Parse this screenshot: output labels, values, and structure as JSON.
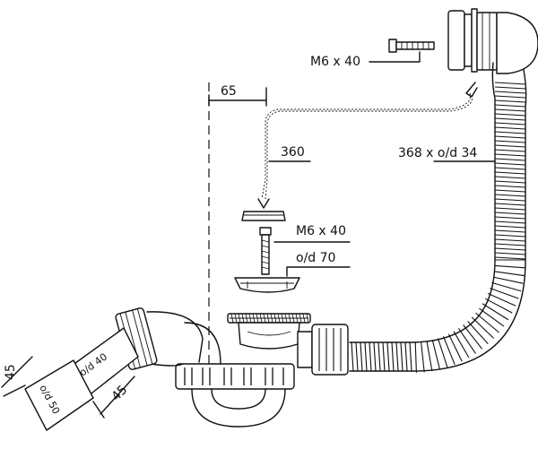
{
  "labels": {
    "screw_top": "M6 x 40",
    "offset": "65",
    "chain": "360",
    "hose": "368 x o/d 34",
    "screw_mid": "M6 x 40",
    "plug_od": "o/d 70",
    "outlet_od40": "o/d 40",
    "outlet_od50": "o/d 50",
    "outlet_45_left": "45",
    "outlet_45_right": "45"
  }
}
